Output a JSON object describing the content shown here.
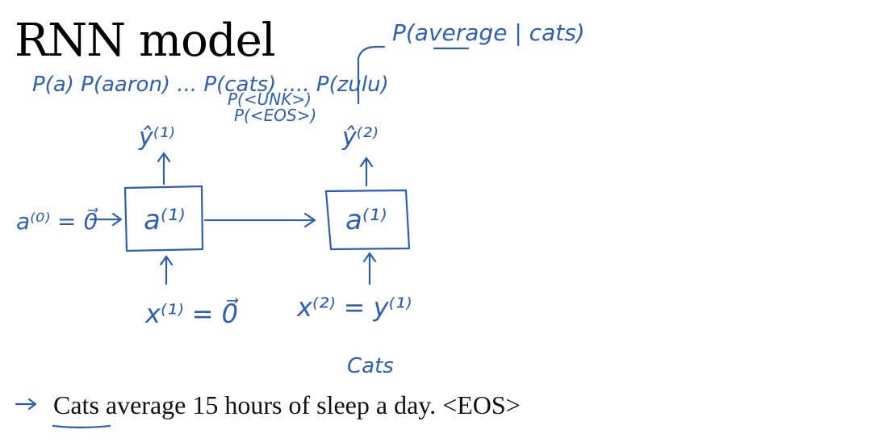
{
  "title": "RNN model",
  "sentence": "Cats average 15 hours of sleep a day. <EOS>",
  "ink_color": "#2f5fb0",
  "annotations": {
    "vocab_probs": "P(a) P(aaron) ... P(cats) .... P(zulu)",
    "unk_prob": "P(<UNK>)",
    "eos_prob": "P(<EOS>)",
    "cond_prob": "P(average | cats)",
    "a0": "a⁽⁰⁾ = 0⃗",
    "y_hat_1": "ŷ⁽¹⁾",
    "y_hat_2": "ŷ⁽²⁾",
    "cell1": "a⁽¹⁾",
    "cell2": "a⁽¹⁾",
    "x1": "x⁽¹⁾ = 0⃗",
    "x2": "x⁽²⁾ = y⁽¹⁾",
    "cats": "Cats"
  }
}
